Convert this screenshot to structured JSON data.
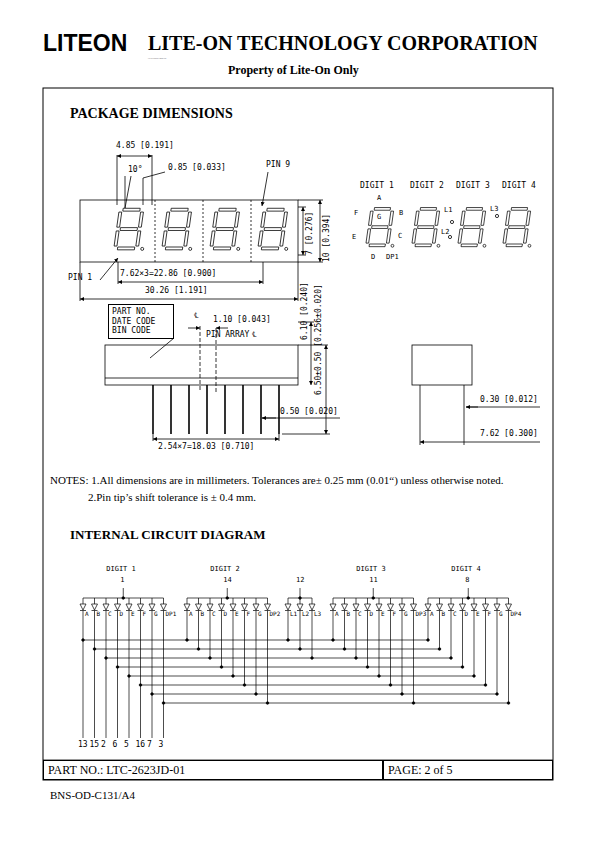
{
  "diagram": {
    "title": "LITE-ON TECHNOLOGY CORPORATION",
    "nodes": [
      {
        "text": [
          "PART NO. DATE CODE BIN CODE"
        ]
      },
      {
        "text": [
          "PART NO.: LTC-2623JD-01"
        ]
      },
      {
        "text": [
          "PAGE: 2 of 5"
        ]
      }
    ],
    "labels": [
      "LITEON",
      "LITE-ON TECHNOLOGY CORPORATION",
      "Property of Lite-On Only",
      "PACKAGE DIMENSIONS",
      "4.85 [0.191]",
      "10°",
      "0.85 [0.033]",
      "PIN 9",
      "PIN 1",
      "7 [0.276]",
      "10 [0.394]",
      "7.62×3=22.86 [0.900]",
      "30.26 [1.191]",
      "℄",
      "1.10 [0.043]",
      "PIN ARRAY",
      "℄",
      "6.10 [0.240]",
      "6.50±0.50 [0.256±0.020]",
      "0.50 [0.020]",
      "2.54×7=18.03 [0.710]",
      "0.30 [0.012]",
      "7.62 [0.300]",
      "DIGIT 1",
      "DIGIT 2",
      "DIGIT 3",
      "DIGIT 4",
      "A",
      "B",
      "F",
      "G",
      "E",
      "C",
      "D",
      "DP1",
      "L1",
      "L2",
      "L3",
      "NOTES: 1.All dimensions are in millimeters. Tolerances are± 0.25 mm (0.01“) unless otherwise noted.",
      "2.Pin tip’s shift tolerance is ± 0.4 mm.",
      "INTERNAL CIRCUIT DIAGRAM",
      "DIGIT 1",
      "1",
      "DIGIT 2",
      "14",
      "12",
      "DIGIT 3",
      "11",
      "DIGIT 4",
      "8",
      "13",
      "15",
      "2",
      "6",
      "5",
      "16",
      "7",
      "3",
      "A",
      "B",
      "C",
      "D",
      "E",
      "F",
      "G",
      "DP1",
      "A",
      "B",
      "C",
      "D",
      "E",
      "F",
      "G",
      "DP2",
      "L1",
      "L2",
      "L3",
      "A",
      "B",
      "C",
      "D",
      "E",
      "F",
      "G",
      "DP3",
      "A",
      "B",
      "C",
      "D",
      "E",
      "F",
      "G",
      "DP4",
      "BNS-OD-C131/A4"
    ]
  }
}
